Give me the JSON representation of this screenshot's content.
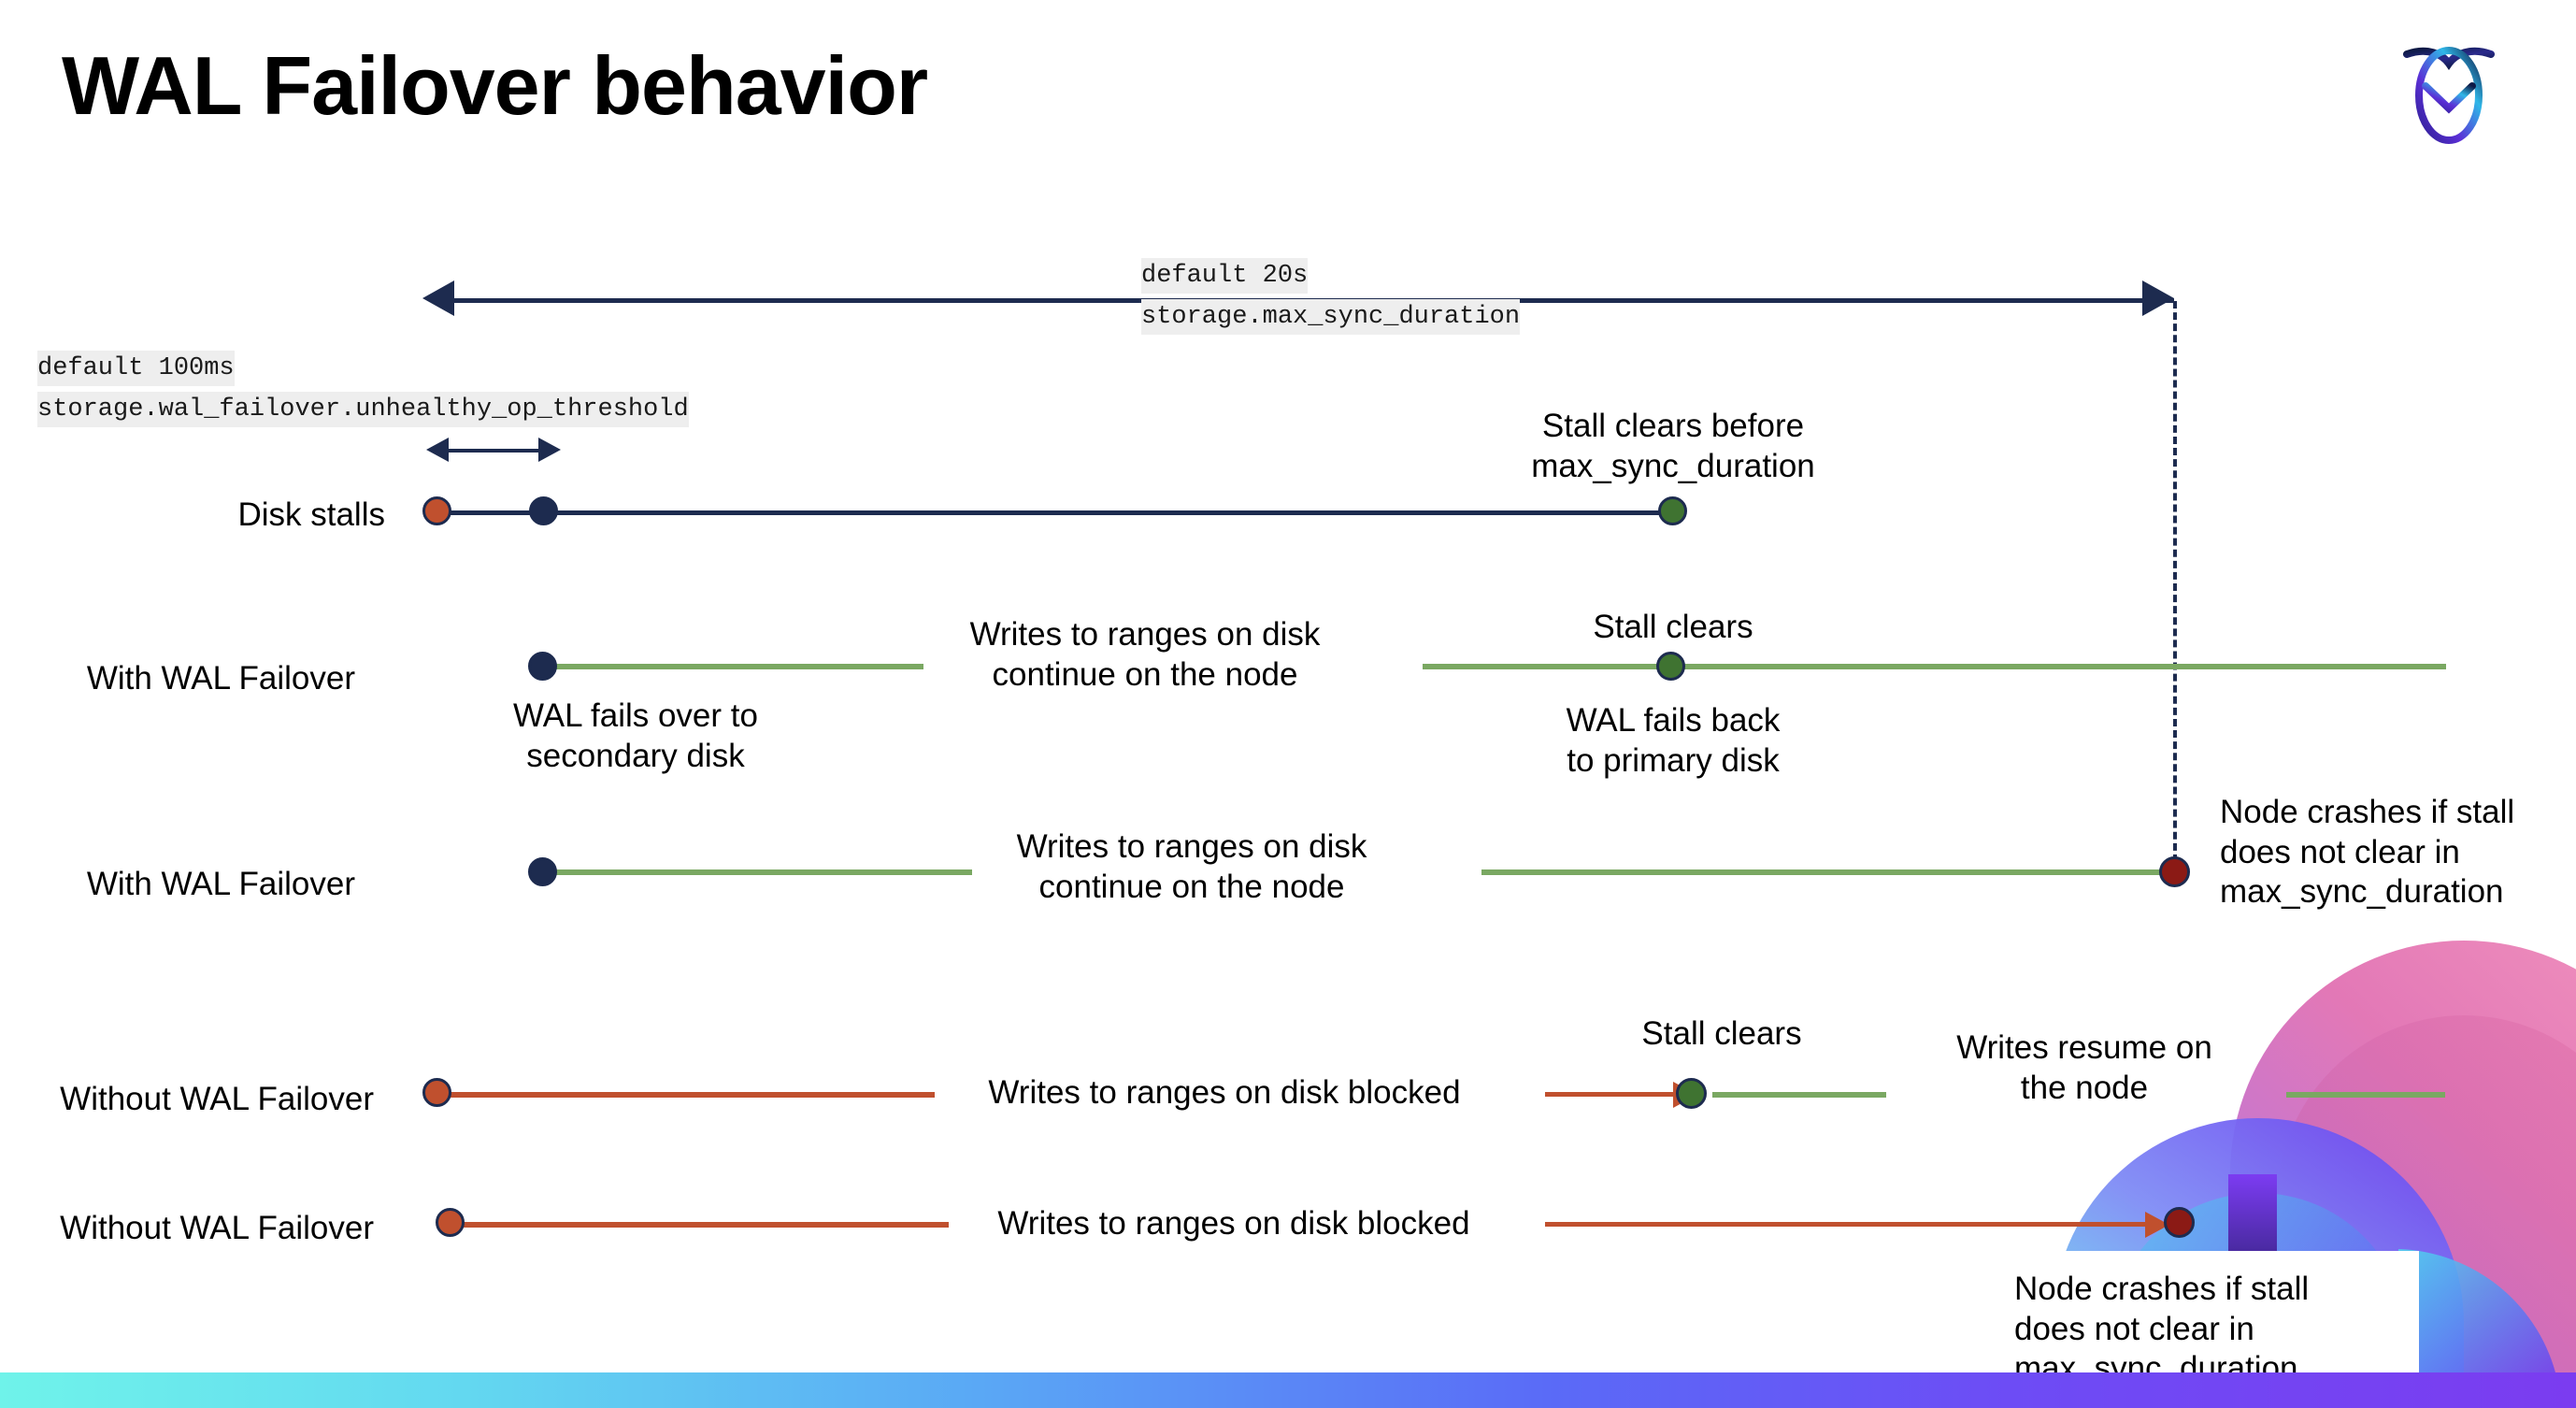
{
  "slide": {
    "title": "WAL Failover behavior",
    "logo_icon": "cockroachdb-logo-icon"
  },
  "settings": [
    {
      "id": "unhealthy_op_threshold",
      "default_label": "default 100ms",
      "name": "storage.wal_failover.unhealthy_op_threshold"
    },
    {
      "id": "max_sync_duration",
      "default_label": "default 20s",
      "name": "storage.max_sync_duration"
    }
  ],
  "rows": [
    {
      "id": "disk-stalls",
      "label": "Disk stalls",
      "annotations": [
        "Stall clears before\nmax_sync_duration"
      ]
    },
    {
      "id": "with-wal-failover-clears",
      "label": "With WAL Failover",
      "annotations": [
        "WAL fails over to\nsecondary disk",
        "Writes to ranges on disk\ncontinue on the node",
        "Stall clears",
        "WAL fails  back\nto primary disk"
      ]
    },
    {
      "id": "with-wal-failover-crash",
      "label": "With WAL Failover",
      "annotations": [
        "Writes to ranges on disk\ncontinue on the node",
        "Node crashes if stall\ndoes not clear in\nmax_sync_duration"
      ]
    },
    {
      "id": "without-wal-failover-clears",
      "label": "Without WAL Failover",
      "annotations": [
        "Writes to ranges on disk  blocked",
        "Stall clears",
        "Writes resume on\nthe node"
      ]
    },
    {
      "id": "without-wal-failover-crash",
      "label": "Without WAL Failover",
      "annotations": [
        "Writes to ranges on disk  blocked",
        "Node crashes if stall\ndoes not clear in\nmax_sync_duration"
      ]
    }
  ],
  "colors": {
    "navy": "#1d2b4f",
    "green_line": "#7aa862",
    "green_dot": "#3f7331",
    "red_line": "#c0502e",
    "red_dot": "#c0502e",
    "crash_dot": "#8b1a15",
    "code_chip_bg": "#eeeeee"
  }
}
